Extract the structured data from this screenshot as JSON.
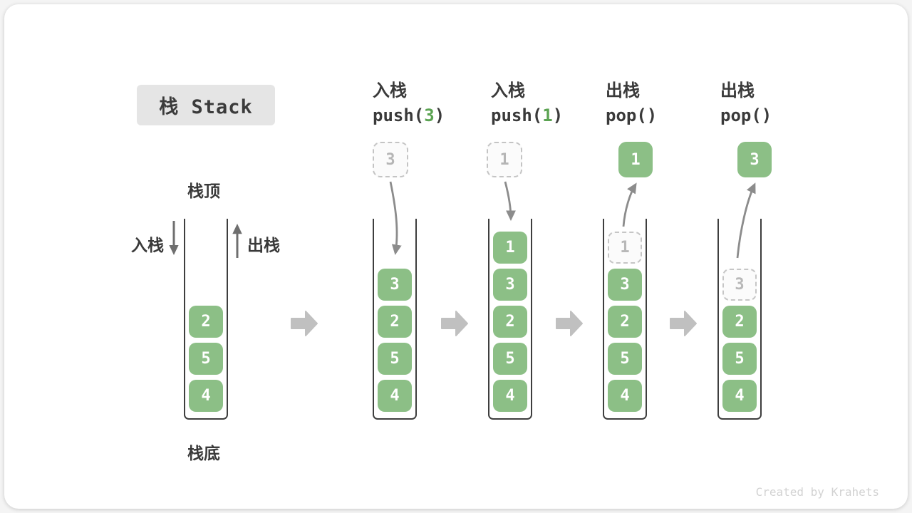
{
  "card": {
    "title": "栈 Stack",
    "watermark": "Created by Krahets"
  },
  "labels": {
    "stack_top": "栈顶",
    "stack_bottom": "栈底",
    "push_side": "入栈",
    "pop_side": "出栈"
  },
  "initial_stack": {
    "items": [
      "2",
      "5",
      "4"
    ]
  },
  "steps": [
    {
      "op_name": "入栈",
      "code_pre": "push(",
      "code_arg": "3",
      "code_post": ")",
      "floating_value": "3",
      "floating_style": "dashed",
      "items": [
        "3",
        "2",
        "5",
        "4"
      ]
    },
    {
      "op_name": "入栈",
      "code_pre": "push(",
      "code_arg": "1",
      "code_post": ")",
      "floating_value": "1",
      "floating_style": "dashed",
      "items": [
        "1",
        "3",
        "2",
        "5",
        "4"
      ]
    },
    {
      "op_name": "出栈",
      "code_pre": "pop(",
      "code_arg": "",
      "code_post": ")",
      "floating_value": "1",
      "floating_style": "solid-green",
      "ghost_value": "1",
      "items": [
        "3",
        "2",
        "5",
        "4"
      ]
    },
    {
      "op_name": "出栈",
      "code_pre": "pop(",
      "code_arg": "",
      "code_post": ")",
      "floating_value": "3",
      "floating_style": "solid-green",
      "ghost_value": "3",
      "items": [
        "2",
        "5",
        "4"
      ]
    }
  ],
  "colors": {
    "cell_green": "#8cbf86",
    "code_arg_green": "#5ba352",
    "curved_arrow_gray": "#8c8c8c",
    "side_arrow_gray": "#6f6f6f",
    "block_arrow_gray": "#c0c0c0",
    "stack_wall": "#3e3e3e",
    "title_bg": "#e5e5e5"
  }
}
